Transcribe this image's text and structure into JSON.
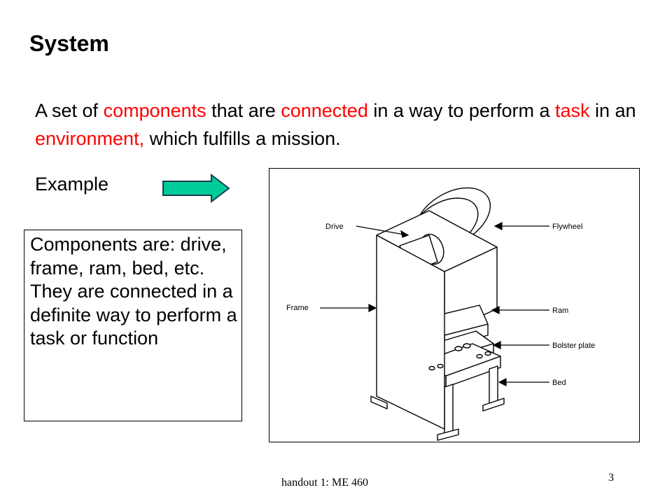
{
  "slide": {
    "title": "System",
    "definition": {
      "t1": "A set of ",
      "h1": "components",
      "t2": " that are ",
      "h2": "connected",
      "t3": " in a way to perform a ",
      "h3": "task",
      "t4": " in an ",
      "h4": "environment,",
      "t5": " which fulfills a mission."
    },
    "example_label": "Example",
    "components_box": "Components are: drive, frame, ram, bed, etc. They are connected in a definite way to perform a task or function",
    "figure_labels": {
      "drive": "Drive",
      "flywheel": "Flywheel",
      "frame": "Frame",
      "ram": "Ram",
      "bolster_plate": "Bolster plate",
      "bed": "Bed"
    },
    "footer": "handout 1: ME 460",
    "page_number": "3"
  },
  "colors": {
    "highlight": "#ff0000",
    "arrow_fill": "#00cc99"
  }
}
